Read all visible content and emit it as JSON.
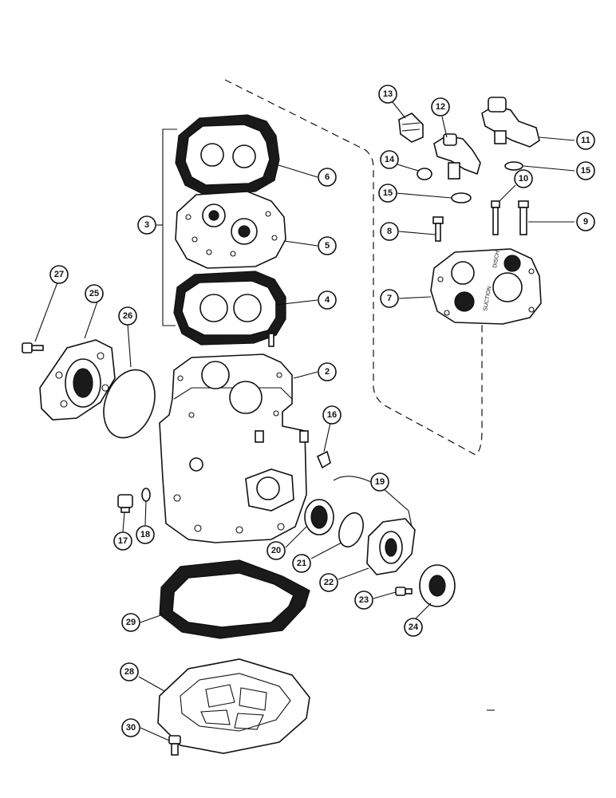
{
  "diagram": {
    "part_labels": {
      "valve_plate_top_text": "DISCH",
      "valve_plate_side_text": "SUCTION"
    },
    "callouts": [
      {
        "id": "c2",
        "label": "2"
      },
      {
        "id": "c3",
        "label": "3"
      },
      {
        "id": "c4",
        "label": "4"
      },
      {
        "id": "c5",
        "label": "5"
      },
      {
        "id": "c6",
        "label": "6"
      },
      {
        "id": "c7",
        "label": "7"
      },
      {
        "id": "c8",
        "label": "8"
      },
      {
        "id": "c9",
        "label": "9"
      },
      {
        "id": "c10",
        "label": "10"
      },
      {
        "id": "c11",
        "label": "11"
      },
      {
        "id": "c12",
        "label": "12"
      },
      {
        "id": "c13",
        "label": "13"
      },
      {
        "id": "c14",
        "label": "14"
      },
      {
        "id": "c15a",
        "label": "15"
      },
      {
        "id": "c15b",
        "label": "15"
      },
      {
        "id": "c16",
        "label": "16"
      },
      {
        "id": "c17",
        "label": "17"
      },
      {
        "id": "c18",
        "label": "18"
      },
      {
        "id": "c19",
        "label": "19"
      },
      {
        "id": "c20",
        "label": "20"
      },
      {
        "id": "c21",
        "label": "21"
      },
      {
        "id": "c22",
        "label": "22"
      },
      {
        "id": "c23",
        "label": "23"
      },
      {
        "id": "c24",
        "label": "24"
      },
      {
        "id": "c25",
        "label": "25"
      },
      {
        "id": "c26",
        "label": "26"
      },
      {
        "id": "c27",
        "label": "27"
      },
      {
        "id": "c28",
        "label": "28"
      },
      {
        "id": "c29",
        "label": "29"
      },
      {
        "id": "c30",
        "label": "30"
      }
    ]
  }
}
